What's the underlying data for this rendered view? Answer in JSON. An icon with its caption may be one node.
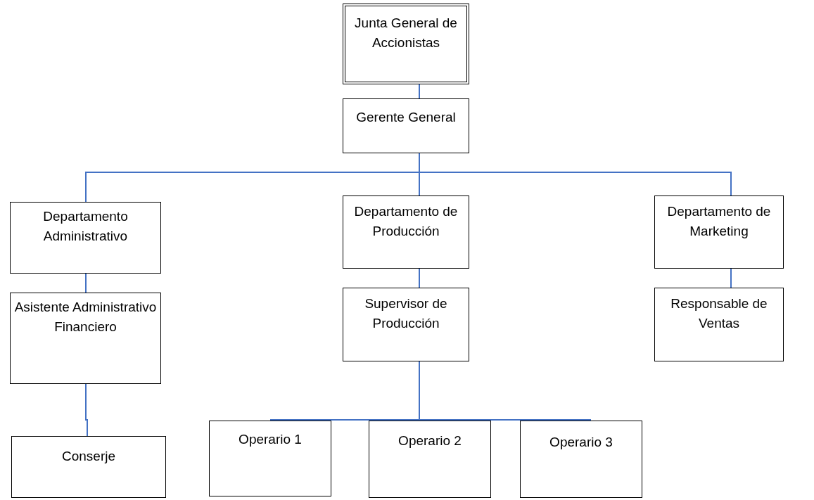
{
  "diagram": {
    "nodes": [
      {
        "text": [
          "Junta General de Accionistas"
        ]
      },
      {
        "text": [
          "Gerente General"
        ]
      },
      {
        "text": [
          "Departamento Administrativo"
        ]
      },
      {
        "text": [
          "Departamento de Producción"
        ]
      },
      {
        "text": [
          "Departamento de Marketing"
        ]
      },
      {
        "text": [
          "Asistente Administrativo Financiero"
        ]
      },
      {
        "text": [
          "Supervisor de Producción"
        ]
      },
      {
        "text": [
          "Responsable de Ventas"
        ]
      },
      {
        "text": [
          "Conserje"
        ]
      },
      {
        "text": [
          "Operario 1"
        ]
      },
      {
        "text": [
          "Operario 2"
        ]
      },
      {
        "text": [
          "Operario 3"
        ]
      }
    ],
    "edges": [
      {
        "from": 0,
        "to": 1,
        "arrow": "none"
      },
      {
        "from": 1,
        "to": 2,
        "arrow": "none"
      },
      {
        "from": 1,
        "to": 3,
        "arrow": "none"
      },
      {
        "from": 1,
        "to": 4,
        "arrow": "none"
      },
      {
        "from": 2,
        "to": 5,
        "arrow": "none"
      },
      {
        "from": 3,
        "to": 6,
        "arrow": "none"
      },
      {
        "from": 4,
        "to": 7,
        "arrow": "none"
      },
      {
        "from": 5,
        "to": 8,
        "arrow": "none"
      },
      {
        "from": 6,
        "to": 9,
        "arrow": "none"
      },
      {
        "from": 6,
        "to": 10,
        "arrow": "none"
      },
      {
        "from": 6,
        "to": 11,
        "arrow": "none"
      }
    ]
  }
}
